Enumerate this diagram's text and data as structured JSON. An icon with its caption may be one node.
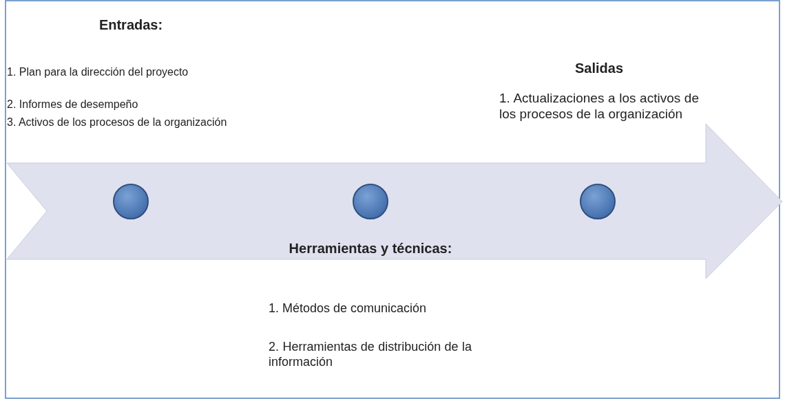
{
  "diagram": {
    "nodes": [
      {
        "text": [],
        "shape": "circle"
      },
      {
        "text": [],
        "shape": "circle"
      },
      {
        "text": [],
        "shape": "circle"
      }
    ],
    "labels": [
      "Entradas:",
      "1. Plan para  la dirección del proyecto",
      "2. Informes de desempeño",
      "3. Activos de los procesos de la organización",
      "Salidas",
      "1. Actualizaciones a los activos de los procesos de la organización",
      "Herramientas y técnicas:",
      "1. Métodos de comunicación",
      "2. Herramientas de distribución de la información"
    ]
  }
}
